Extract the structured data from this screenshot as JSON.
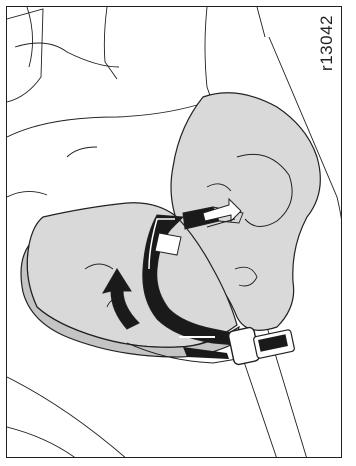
{
  "figure": {
    "code": "r13042",
    "colors": {
      "line": "#231f20",
      "seat_fill": "#d9d9d9",
      "seat_shadow": "#bcbcbc",
      "belt_dark": "#1a1a1a",
      "belt_light": "#ffffff",
      "background": "#ffffff"
    },
    "icons": [
      "child-seat",
      "seat-belt",
      "belt-buckle",
      "direction-arrow"
    ]
  }
}
